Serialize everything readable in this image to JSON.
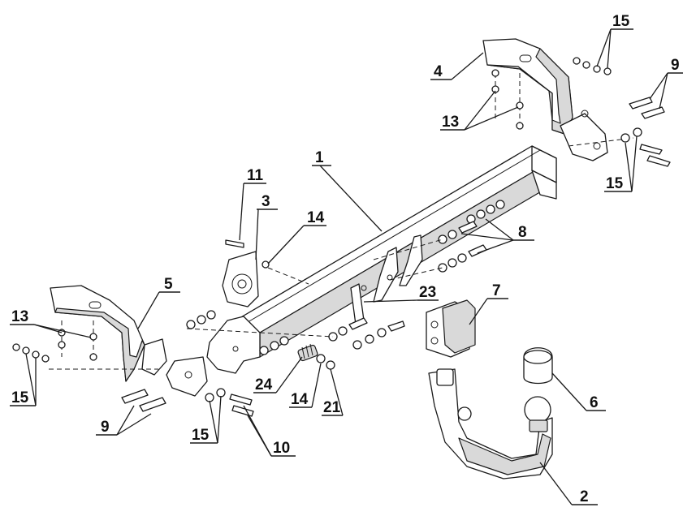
{
  "diagram": {
    "labels": [
      {
        "id": "p1",
        "text": "1"
      },
      {
        "id": "p2",
        "text": "2"
      },
      {
        "id": "p3",
        "text": "3"
      },
      {
        "id": "p4",
        "text": "4"
      },
      {
        "id": "p5",
        "text": "5"
      },
      {
        "id": "p6",
        "text": "6"
      },
      {
        "id": "p7",
        "text": "7"
      },
      {
        "id": "p8",
        "text": "8"
      },
      {
        "id": "p9a",
        "text": "9"
      },
      {
        "id": "p9b",
        "text": "9"
      },
      {
        "id": "p10",
        "text": "10"
      },
      {
        "id": "p11",
        "text": "11"
      },
      {
        "id": "p13a",
        "text": "13"
      },
      {
        "id": "p13b",
        "text": "13"
      },
      {
        "id": "p14a",
        "text": "14"
      },
      {
        "id": "p14b",
        "text": "14"
      },
      {
        "id": "p15a",
        "text": "15"
      },
      {
        "id": "p15b",
        "text": "15"
      },
      {
        "id": "p15c",
        "text": "15"
      },
      {
        "id": "p15d",
        "text": "15"
      },
      {
        "id": "p21",
        "text": "21"
      },
      {
        "id": "p23",
        "text": "23"
      },
      {
        "id": "p24",
        "text": "24"
      }
    ]
  }
}
